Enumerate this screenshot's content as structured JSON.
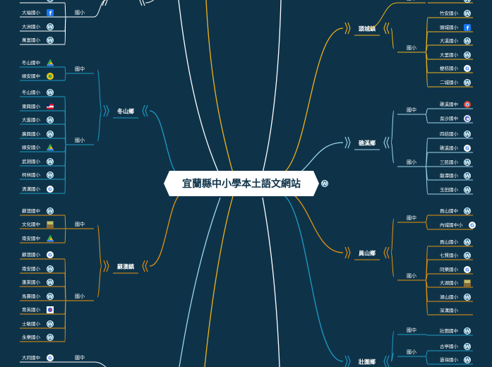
{
  "title": "宜蘭縣中小學本土語文網站",
  "colors": {
    "background": "#0e3349",
    "blue": "#1e9bc4",
    "orange": "#e8930f",
    "yellow": "#f0b21a",
    "white": "#ffffff",
    "lightblue": "#9ed6ec"
  },
  "branches": [
    {
      "name": "冬山鄉",
      "side": "left",
      "color": "#1e9bc4",
      "groups": [
        {
          "label": "國中",
          "schools": [
            {
              "name": "冬山國中",
              "icon": "drive-icon"
            },
            {
              "name": "順安國中",
              "icon": "sites-icon"
            }
          ]
        },
        {
          "label": "國小",
          "schools": [
            {
              "name": "冬山國小",
              "icon": "wordpress-icon"
            },
            {
              "name": "東興國小",
              "icon": "flag-icon"
            },
            {
              "name": "大進國小",
              "icon": "wordpress-icon"
            },
            {
              "name": "廣興國小",
              "icon": "wordpress-icon"
            },
            {
              "name": "順安國小",
              "icon": "drive-icon"
            },
            {
              "name": "武淵國小",
              "icon": "wordpress-icon"
            },
            {
              "name": "柯林國小",
              "icon": "wordpress-icon"
            },
            {
              "name": "清溝國小",
              "icon": "google-icon"
            }
          ]
        }
      ]
    },
    {
      "name": "蘇澳鎮",
      "side": "left",
      "color": "#e8930f",
      "groups": [
        {
          "label": "國中",
          "schools": [
            {
              "name": "蘇澳國中",
              "icon": "wordpress-icon"
            },
            {
              "name": "文化國中",
              "icon": "photo-icon"
            },
            {
              "name": "南安國中",
              "icon": "drive-icon"
            }
          ]
        },
        {
          "label": "國小",
          "schools": [
            {
              "name": "蘇澳國小",
              "icon": "google-icon"
            },
            {
              "name": "南安國小",
              "icon": "wordpress-icon"
            },
            {
              "name": "蓬萊國小",
              "icon": "wordpress-icon"
            },
            {
              "name": "馬賽國小",
              "icon": "wordpress-icon"
            },
            {
              "name": "育英國小",
              "icon": "badge-icon"
            },
            {
              "name": "士敏國小",
              "icon": "wordpress-icon"
            },
            {
              "name": "永樂國小",
              "icon": "wordpress-icon"
            }
          ]
        }
      ]
    },
    {
      "name": "頭城鎮",
      "side": "right",
      "color": "#f0b21a",
      "groups": [
        {
          "label": "國小",
          "schools": [
            {
              "name": "竹安國小",
              "icon": "wordpress-icon"
            },
            {
              "name": "頭城國小",
              "icon": "facebook-icon"
            },
            {
              "name": "大溪國小",
              "icon": "wordpress-icon"
            },
            {
              "name": "大里國小",
              "icon": "wordpress-icon"
            },
            {
              "name": "梗枋國小",
              "icon": "google-icon"
            },
            {
              "name": "二城國小",
              "icon": "wordpress-icon"
            }
          ]
        }
      ]
    },
    {
      "name": "礁溪鄉",
      "side": "right",
      "color": "#9ed6ec",
      "groups": [
        {
          "label": "國中",
          "schools": [
            {
              "name": "礁溪國中",
              "icon": "chrome-icon"
            },
            {
              "name": "吳沙國中",
              "icon": "edge-icon"
            }
          ]
        },
        {
          "label": "國小",
          "schools": [
            {
              "name": "四結國小",
              "icon": "wordpress-icon"
            },
            {
              "name": "礁溪國小",
              "icon": "google-icon"
            },
            {
              "name": "三民國小",
              "icon": "wordpress-icon"
            },
            {
              "name": "龍潭國小",
              "icon": "wordpress-icon"
            },
            {
              "name": "玉田國小",
              "icon": "wordpress-icon"
            }
          ]
        }
      ]
    },
    {
      "name": "員山鄉",
      "side": "right",
      "color": "#e8930f",
      "groups": [
        {
          "label": "國中",
          "schools": [
            {
              "name": "員山國中",
              "icon": "wordpress-icon"
            },
            {
              "name": "內城國中小",
              "icon": "google-icon"
            }
          ]
        },
        {
          "label": "國小",
          "schools": [
            {
              "name": "員山國小",
              "icon": "wordpress-icon"
            },
            {
              "name": "七賢國小",
              "icon": "wordpress-icon"
            },
            {
              "name": "同樂國小",
              "icon": "google-icon"
            },
            {
              "name": "大湖國小",
              "icon": "photo-icon"
            },
            {
              "name": "湖山國小",
              "icon": "wordpress-icon"
            },
            {
              "name": "深溝國小",
              "icon": ""
            }
          ]
        }
      ]
    },
    {
      "name": "壯圍鄉",
      "side": "right",
      "color": "#1e9bc4",
      "groups": [
        {
          "label": "國中",
          "schools": [
            {
              "name": "壯圍國中",
              "icon": "wordpress-icon"
            }
          ]
        },
        {
          "label": "國小",
          "schools": [
            {
              "name": "古亭國小",
              "icon": "wordpress-icon"
            },
            {
              "name": "過嶺國小",
              "icon": "wordpress-icon"
            }
          ]
        }
      ]
    }
  ],
  "top_left_fragment": {
    "label": "國小",
    "schools": [
      {
        "name": "",
        "icon": "wordpress-icon"
      },
      {
        "name": "大福國小",
        "icon": "facebook-icon"
      },
      {
        "name": "大洲國小",
        "icon": "wordpress-icon"
      },
      {
        "name": "萬富國小",
        "icon": "wordpress-icon"
      }
    ]
  },
  "bottom_left_fragment": {
    "label": "國中",
    "schools": [
      {
        "name": "大同國中",
        "icon": "google-icon"
      }
    ]
  },
  "top_right_fragment": {
    "label": "國中",
    "schools": [
      {
        "name": "",
        "icon": "wordpress-icon"
      }
    ]
  }
}
